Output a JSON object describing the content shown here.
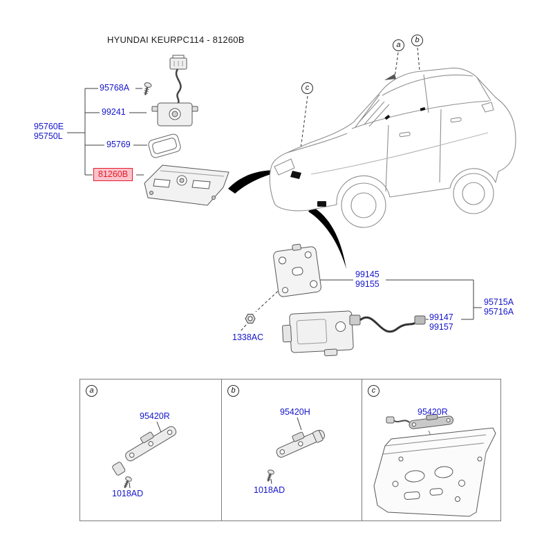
{
  "title": "HYUNDAI KEURPC114 - 81260B",
  "colors": {
    "label_blue": "#1414cc",
    "highlight_red": "#e8192c",
    "highlight_bg": "#f8c3ca"
  },
  "parts": {
    "screw_top": "95768A",
    "camera": "99241",
    "garnish_e": "95760E",
    "garnish_l": "95750L",
    "gasket": "95769",
    "handle": "81260B",
    "bracket_1": "99145",
    "bracket_2": "99155",
    "nut": "1338AC",
    "harness_1": "99147",
    "harness_2": "99157",
    "assy_1": "95715A",
    "assy_2": "95716A"
  },
  "callouts": {
    "a": "a",
    "b": "b",
    "c": "c"
  },
  "table": {
    "cells": [
      {
        "letter": "a",
        "part": "95420R",
        "fastener": "1018AD"
      },
      {
        "letter": "b",
        "part": "95420H",
        "fastener": "1018AD"
      },
      {
        "letter": "c",
        "part": "95420R"
      }
    ]
  }
}
